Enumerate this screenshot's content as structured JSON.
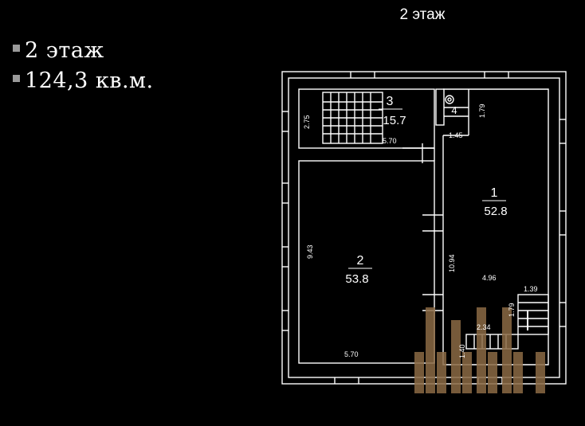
{
  "header": {
    "floor_title": "2 этаж"
  },
  "info_list": [
    {
      "text": "2 этаж"
    },
    {
      "text": "124,3 кв.м."
    }
  ],
  "rooms": [
    {
      "number": "1",
      "area": "52.8"
    },
    {
      "number": "2",
      "area": "53.8"
    },
    {
      "number": "3",
      "area": "15.7"
    },
    {
      "number": "4"
    }
  ],
  "dimensions": {
    "d_2_75": "2.75",
    "d_5_70_top": "5.70",
    "d_1_79_top": "1.79",
    "d_1_45": "1.45",
    "d_9_43": "9.43",
    "d_10_94": "10.94",
    "d_4_96": "4.96",
    "d_1_39": "1.39",
    "d_1_79_bottom": "1.79",
    "d_2_34": "2.34",
    "d_1_40": "1.40",
    "d_5_70_bottom": "5.70"
  },
  "colors": {
    "background": "#000000",
    "lines": "#ffffff",
    "bullet": "#9a9a9a",
    "watermark": "#8b6a45"
  }
}
